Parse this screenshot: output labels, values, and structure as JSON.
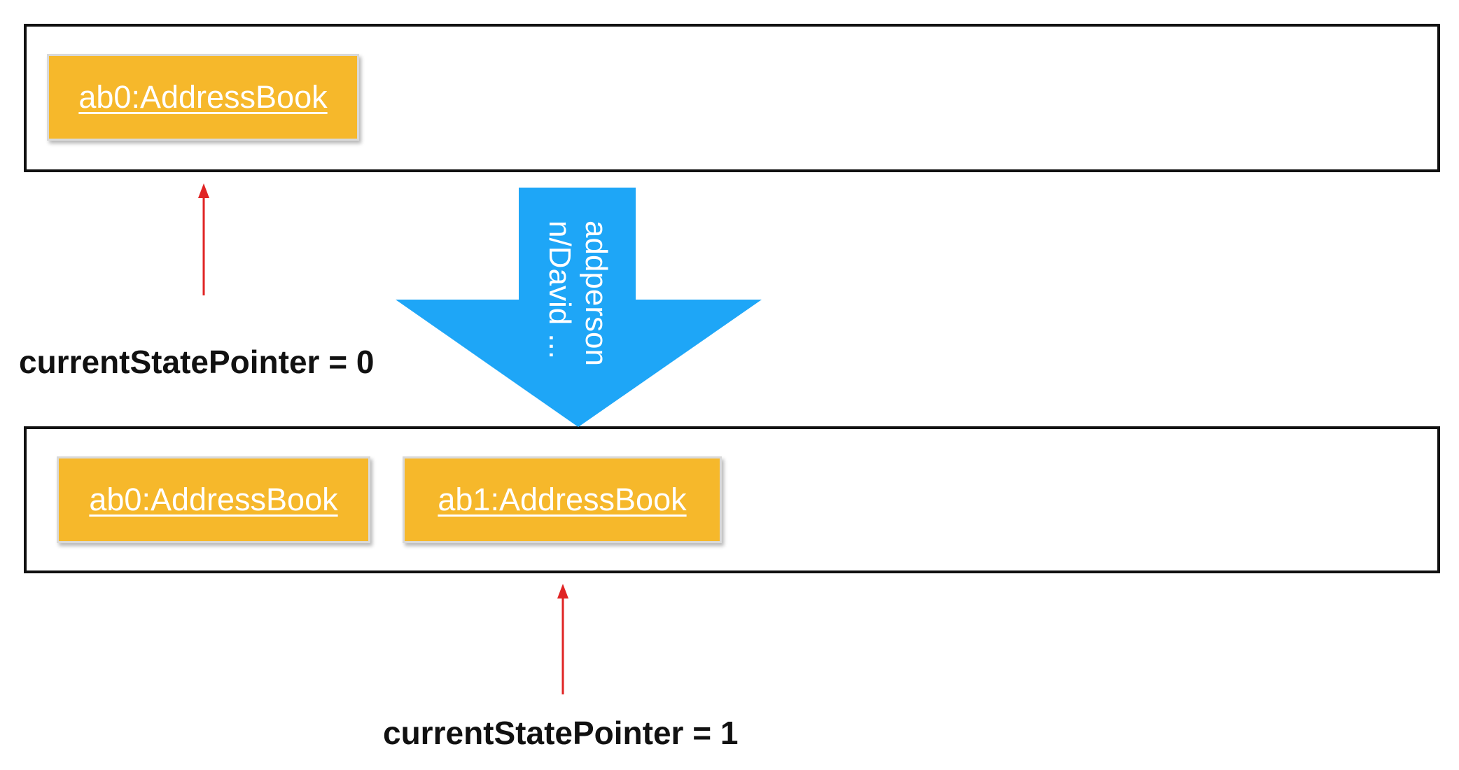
{
  "diagram": {
    "states": [
      {
        "nodes": [
          {
            "label": "ab0:AddressBook"
          }
        ],
        "pointer_label": "currentStatePointer = 0"
      },
      {
        "nodes": [
          {
            "label": "ab0:AddressBook"
          },
          {
            "label": "ab1:AddressBook"
          }
        ],
        "pointer_label": "currentStatePointer = 1"
      }
    ],
    "transition": {
      "command_line1": "addperson",
      "command_line2": "n/David ..."
    },
    "colors": {
      "node_fill": "#f6b82b",
      "transition_arrow": "#1ea6f7",
      "pointer_arrow": "#e02424",
      "box_border": "#111111"
    }
  }
}
